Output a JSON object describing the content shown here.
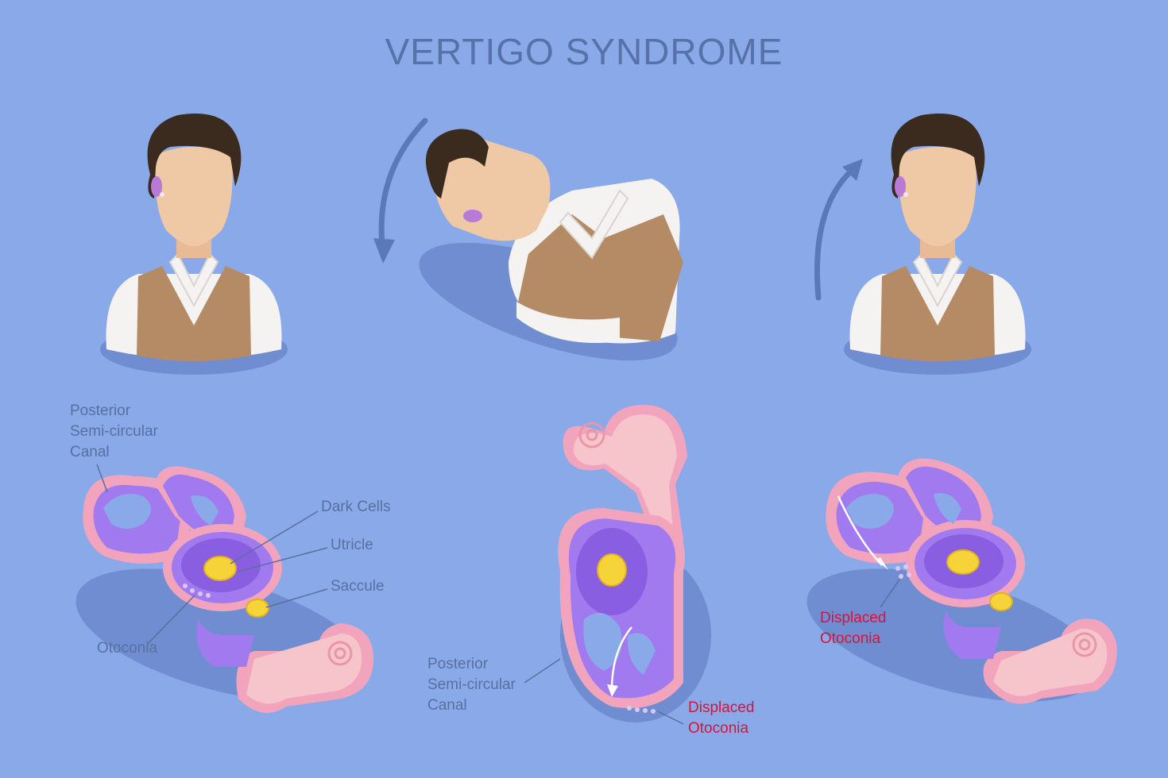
{
  "title": "VERTIGO SYNDROME",
  "colors": {
    "background": "#8aa9e8",
    "shadow": "#6f8dd0",
    "arrow": "#5b79b8",
    "hair": "#3b2a1e",
    "skin": "#efc8a6",
    "vest": "#b58b66",
    "shirt": "#f4f3f1",
    "canal": "#a27af0",
    "canal_dark": "#8a5ee0",
    "outline": "#f2a4bd",
    "cochlea": "#f6c5cc",
    "yolk": "#f7d33a",
    "label_gray": "#5870a0",
    "label_red": "#d2163a"
  },
  "labels": {
    "left": {
      "posterior_canal": [
        "Posterior",
        "Semi-circular",
        "Canal"
      ],
      "dark_cells": "Dark Cells",
      "utricle": "Utricle",
      "saccule": "Saccule",
      "otoconia": "Otoconia"
    },
    "middle": {
      "posterior_canal": [
        "Posterior",
        "Semi-circular",
        "Canal"
      ],
      "displaced_otoconia": [
        "Displaced",
        "Otoconia"
      ]
    },
    "right": {
      "displaced_otoconia": [
        "Displaced",
        "Otoconia"
      ]
    }
  },
  "icons": [
    "rotate-down-arrow-icon",
    "rotate-up-arrow-icon",
    "ear-crystal-icon",
    "person-upright",
    "person-tilted",
    "inner-ear-illustration"
  ]
}
